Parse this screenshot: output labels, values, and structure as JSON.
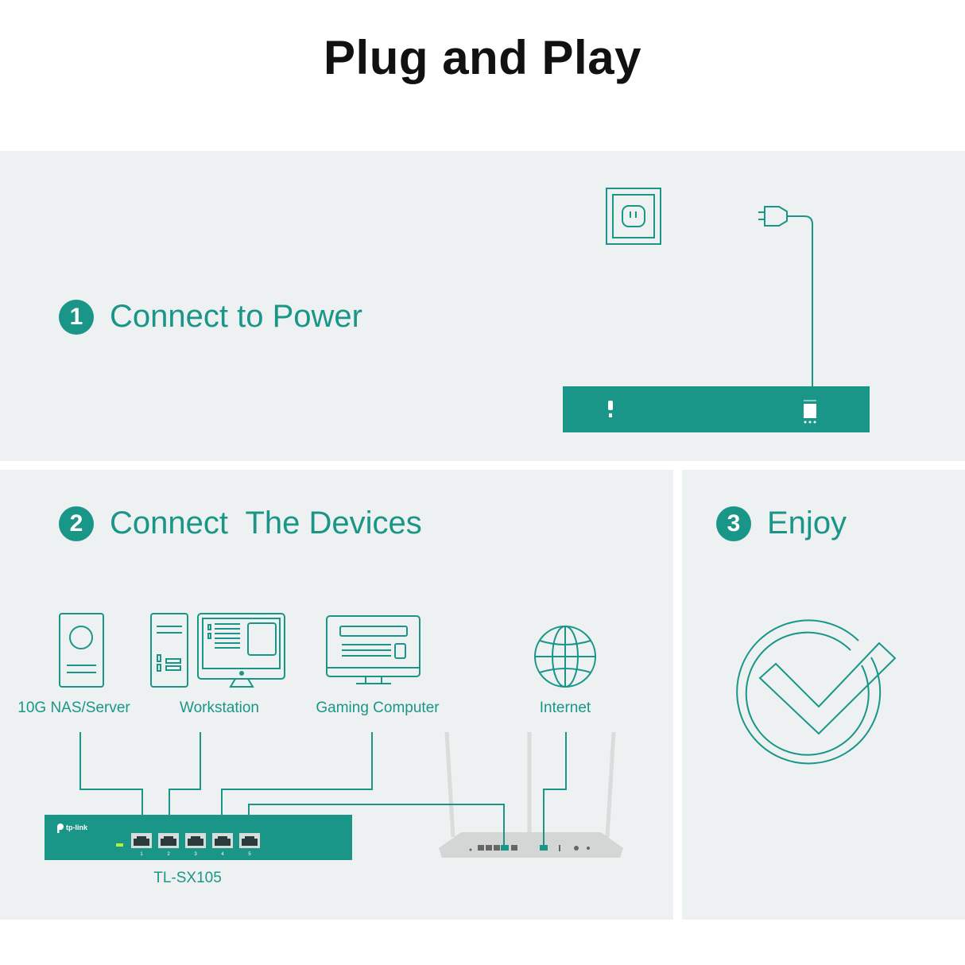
{
  "title": "Plug and Play",
  "steps": [
    {
      "number": "1",
      "label": "Connect to Power"
    },
    {
      "number": "2",
      "label": "Connect  The Devices"
    },
    {
      "number": "3",
      "label": "Enjoy"
    }
  ],
  "devices": {
    "nas": "10G NAS/Server",
    "workstation": "Workstation",
    "gaming": "Gaming Computer",
    "internet": "Internet"
  },
  "switch": {
    "model": "TL-SX105",
    "brand": "tp-link",
    "ports": [
      "1",
      "2",
      "3",
      "4",
      "5"
    ]
  },
  "colors": {
    "accent": "#1a9688",
    "panel": "#eef1f1",
    "router": "#d4d6d6"
  }
}
